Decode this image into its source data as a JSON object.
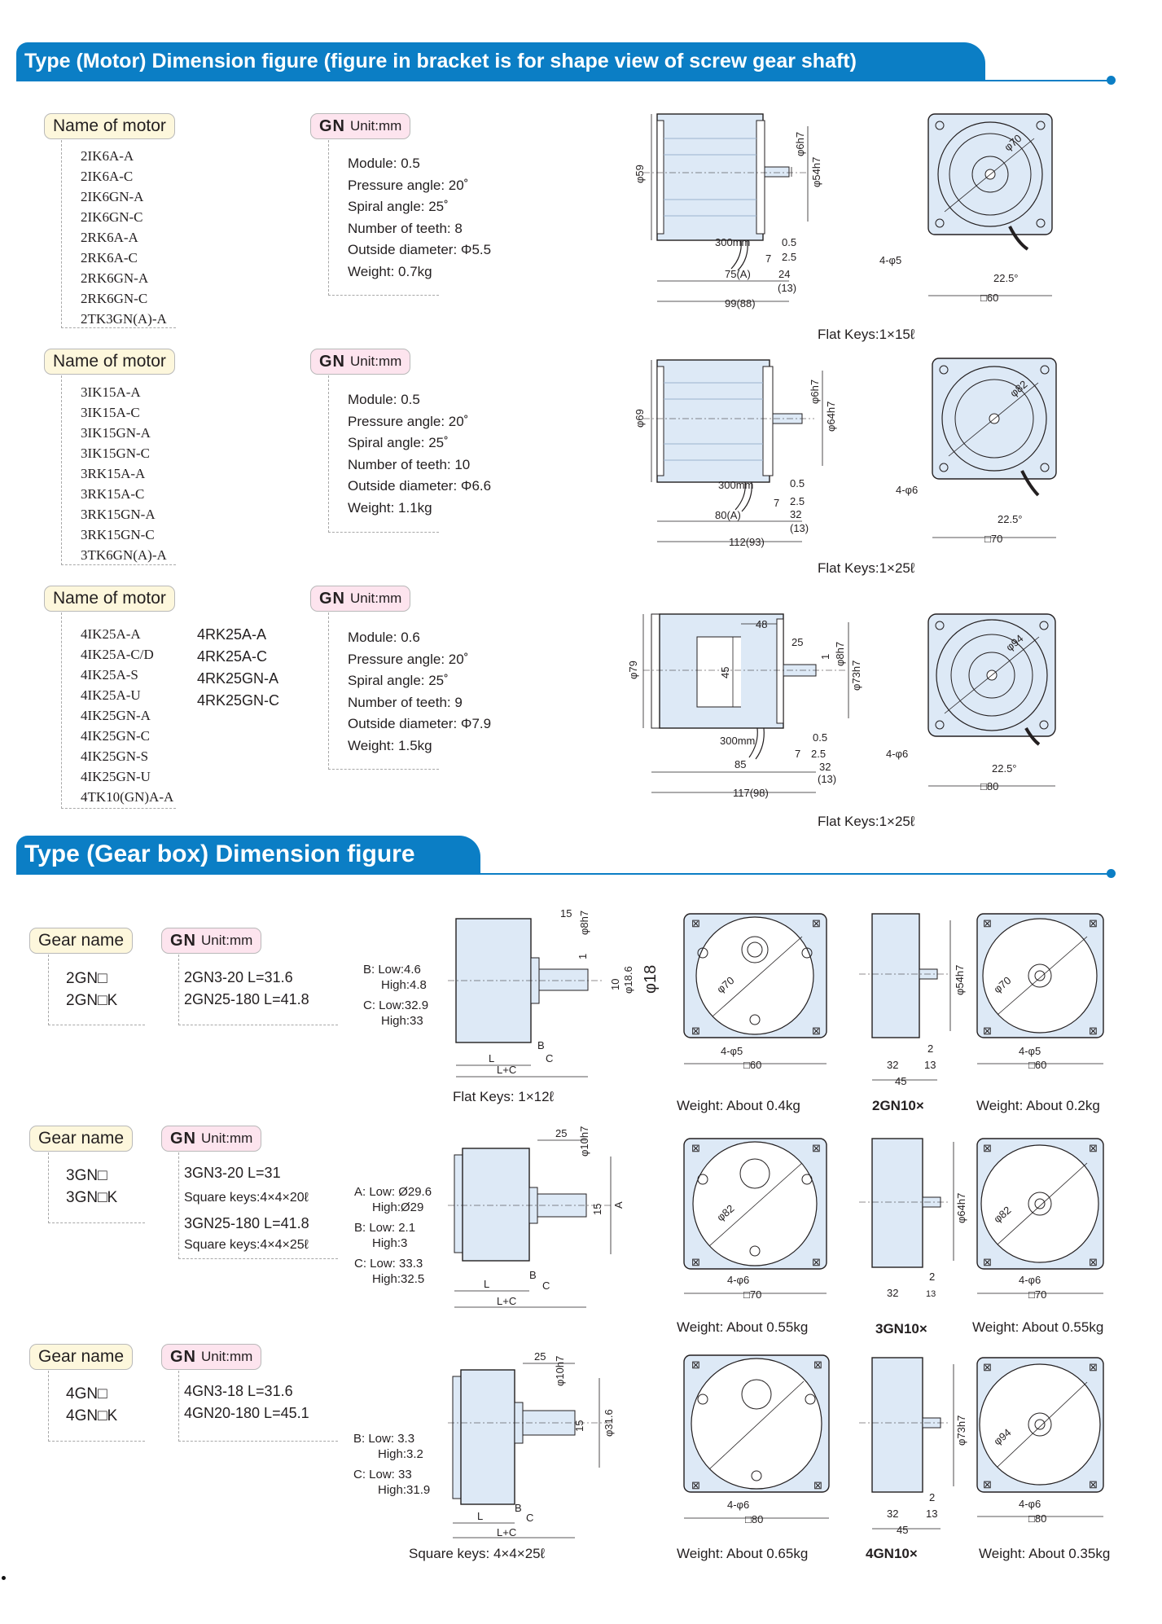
{
  "motor_section": {
    "title": "Type (Motor) Dimension figure (figure in bracket is for shape view of screw gear shaft)",
    "rows": [
      {
        "name_label": "Name of motor",
        "models": [
          "2IK6A-A",
          "2IK6A-C",
          "2IK6GN-A",
          "2IK6GN-C",
          "2RK6A-A",
          "2RK6A-C",
          "2RK6GN-A",
          "2RK6GN-C",
          "2TK3GN(A)-A"
        ],
        "models2": [],
        "gn_label": "GN",
        "unit_label": "Unit:mm",
        "specs": [
          "Module: 0.5",
          "Pressure angle: 20˚",
          "Spiral angle: 25˚",
          "Number of teeth: 8",
          "Outside diameter: Φ5.5",
          "Weight: 0.7kg"
        ],
        "flat_keys": "Flat Keys:1×15ℓ",
        "dims": {
          "body_dia": "φ59",
          "shaft": "φ6h7",
          "pilot": "φ54h7",
          "lead": "300mm",
          "d05": "0.5",
          "d7": "7",
          "d25": "2.5",
          "len_a": "75(A)",
          "len_24": "24",
          "len_13": "(13)",
          "len_total": "99(88)",
          "pcd": "φ70",
          "holes": "4-φ5",
          "angle": "22.5°",
          "square": "□60"
        }
      },
      {
        "name_label": "Name of motor",
        "models": [
          "3IK15A-A",
          "3IK15A-C",
          "3IK15GN-A",
          "3IK15GN-C",
          "3RK15A-A",
          "3RK15A-C",
          "3RK15GN-A",
          "3RK15GN-C",
          "3TK6GN(A)-A"
        ],
        "models2": [],
        "gn_label": "GN",
        "unit_label": "Unit:mm",
        "specs": [
          "Module: 0.5",
          "Pressure angle: 20˚",
          "Spiral angle: 25˚",
          "Number of teeth: 10",
          "Outside diameter: Φ6.6",
          "Weight: 1.1kg"
        ],
        "flat_keys": "Flat Keys:1×25ℓ",
        "dims": {
          "body_dia": "φ69",
          "shaft": "φ6h7",
          "pilot": "φ64h7",
          "lead": "300mm",
          "d05": "0.5",
          "d7": "7",
          "d25": "2.5",
          "len_a": "80(A)",
          "len_24": "32",
          "len_13": "(13)",
          "len_total": "112(93)",
          "pcd": "φ82",
          "holes": "4-φ6",
          "angle": "22.5°",
          "square": "□70"
        }
      },
      {
        "name_label": "Name of motor",
        "models": [
          "4IK25A-A",
          "4IK25A-C/D",
          "4IK25A-S",
          "4IK25A-U",
          "4IK25GN-A",
          "4IK25GN-C",
          "4IK25GN-S",
          "4IK25GN-U",
          "4TK10(GN)A-A"
        ],
        "models2": [
          "4RK25A-A",
          "4RK25A-C",
          "4RK25GN-A",
          "4RK25GN-C"
        ],
        "gn_label": "GN",
        "unit_label": "Unit:mm",
        "specs": [
          "Module: 0.6",
          "Pressure angle: 20˚",
          "Spiral angle: 25˚",
          "Number of teeth: 9",
          "Outside diameter: Φ7.9",
          "Weight: 1.5kg"
        ],
        "flat_keys": "Flat Keys:1×25ℓ",
        "dims": {
          "body_dia": "φ79",
          "shaft": "φ8h7",
          "pilot": "φ73h7",
          "lead": "300mm",
          "d05": "0.5",
          "d7": "7",
          "d25": "2.5",
          "len_a": "85",
          "len_24": "32",
          "len_13": "(13)",
          "len_total": "117(98)",
          "pcd": "φ94",
          "holes": "4-φ6",
          "angle": "22.5°",
          "square": "□80",
          "d48": "48",
          "d25b": "25",
          "d1": "1",
          "d45": "45"
        }
      }
    ]
  },
  "gear_section": {
    "title": "Type (Gear box) Dimension figure",
    "rows": [
      {
        "name_label": "Gear name",
        "names": [
          "2GN□",
          "2GN□K"
        ],
        "gn_label": "GN",
        "unit_label": "Unit:mm",
        "specs": [
          "2GN3-20 L=31.6",
          "2GN25-180 L=41.8"
        ],
        "bc": [
          "B: Low:4.6",
          "High:4.8",
          "C: Low:32.9",
          "High:33"
        ],
        "keys": "Flat Keys: 1×12ℓ",
        "weight": "Weight: About 0.4kg",
        "dec_name": "2GN10×",
        "dec_weight": "Weight: About 0.2kg",
        "dims": {
          "d15": "15",
          "shaft": "φ8h7",
          "d1": "1",
          "d10": "10",
          "d186": "φ18.6",
          "d18": "φ18",
          "L": "L",
          "B": "B",
          "C": "C",
          "LC": "L+C",
          "pcd": "φ70",
          "holes": "4-φ5",
          "square": "□60",
          "dec_pilot": "φ54h7",
          "dec_2": "2",
          "dec_32": "32",
          "dec_13": "13",
          "dec_45": "45"
        }
      },
      {
        "name_label": "Gear name",
        "names": [
          "3GN□",
          "3GN□K"
        ],
        "gn_label": "GN",
        "unit_label": "Unit:mm",
        "specs": [
          "3GN3-20 L=31",
          "Square keys:4×4×20ℓ",
          "3GN25-180 L=41.8",
          "Square keys:4×4×25ℓ"
        ],
        "bc": [
          "A: Low: Ø29.6",
          "High:Ø29",
          "B: Low: 2.1",
          "High:3",
          "C: Low: 33.3",
          "High:32.5"
        ],
        "keys": "",
        "weight": "Weight: About 0.55kg",
        "dec_name": "3GN10×",
        "dec_weight": "Weight: About 0.55kg",
        "dims": {
          "d25": "25",
          "shaft": "φ10h7",
          "d15": "15",
          "A": "A",
          "L": "L",
          "B": "B",
          "C": "C",
          "LC": "L+C",
          "pcd": "φ82",
          "holes": "4-φ6",
          "square": "□70",
          "dec_pilot": "φ64h7",
          "dec_2": "2",
          "dec_32": "32",
          "dec_13": "13"
        }
      },
      {
        "name_label": "Gear name",
        "names": [
          "4GN□",
          "4GN□K"
        ],
        "gn_label": "GN",
        "unit_label": "Unit:mm",
        "specs": [
          "4GN3-18 L=31.6",
          "4GN20-180 L=45.1"
        ],
        "bc": [
          "B:  Low: 3.3",
          "High:3.2",
          "C:  Low: 33",
          "High:31.9"
        ],
        "keys": "Square keys: 4×4×25ℓ",
        "weight": "Weight: About 0.65kg",
        "dec_name": "4GN10×",
        "dec_weight": "Weight: About 0.35kg",
        "dims": {
          "d25": "25",
          "shaft": "φ10h7",
          "d15": "15",
          "d316": "φ31.6",
          "L": "L",
          "B": "B",
          "C": "C",
          "LC": "L+C",
          "pcd": "φ94",
          "holes": "4-φ6",
          "square": "□80",
          "dec_pilot": "φ73h7",
          "dec_2": "2",
          "dec_32": "32",
          "dec_13": "13",
          "dec_45": "45"
        }
      }
    ]
  },
  "colors": {
    "accent": "#0b7ec5",
    "body_fill": "#dde9f6",
    "name_tag": "#fdf7dc",
    "gn_tag": "#fde4ee"
  }
}
